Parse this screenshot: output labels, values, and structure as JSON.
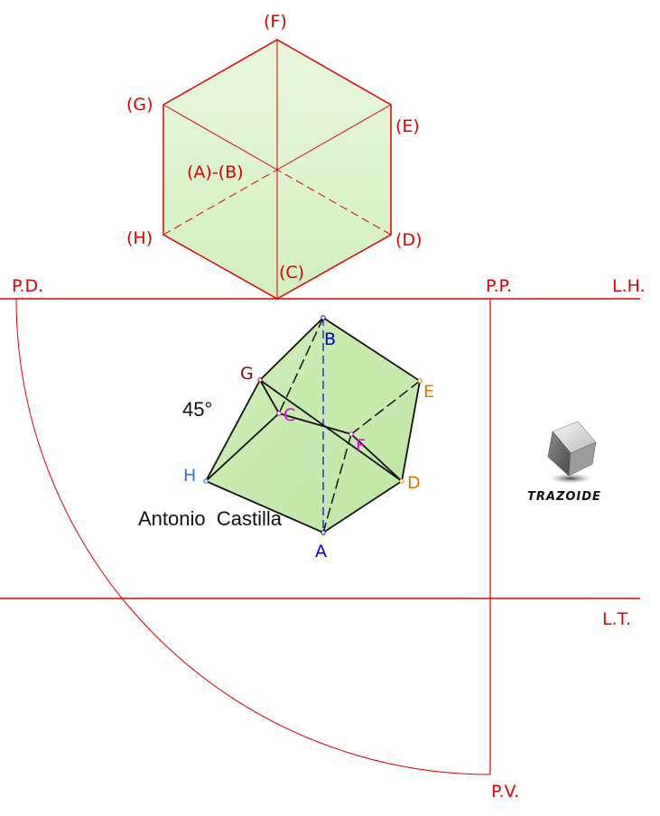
{
  "colors": {
    "red": "#dd0000",
    "face_fill_top": "#e3f5d8",
    "face_fill_bottom": "#c9ecb1",
    "edge_black": "#111111",
    "axis_blue": "#0000cc",
    "brown": "#8b0000",
    "orange": "#e07000",
    "magenta": "#dd00dd",
    "sky": "#1e7be0"
  },
  "reference_lines": {
    "pd": "P.D.",
    "pp": "P.P.",
    "lh": "L.H.",
    "lt": "L.T.",
    "pv": "P.V."
  },
  "top_view": {
    "vertex_f": "(F)",
    "vertex_g": "(G)",
    "vertex_e": "(E)",
    "vertex_ab": "(A)-(B)",
    "vertex_h": "(H)",
    "vertex_d": "(D)",
    "vertex_c": "(C)"
  },
  "front_view": {
    "vertex_b": "B",
    "vertex_g": "G",
    "vertex_e": "E",
    "vertex_c": "C",
    "vertex_f": "F",
    "vertex_h": "H",
    "vertex_d": "D",
    "vertex_a": "A",
    "angle": "45°"
  },
  "author": "Antonio  Castilla",
  "logo": {
    "icon": "cube-logo-icon",
    "text": "TRAZOIDE"
  }
}
